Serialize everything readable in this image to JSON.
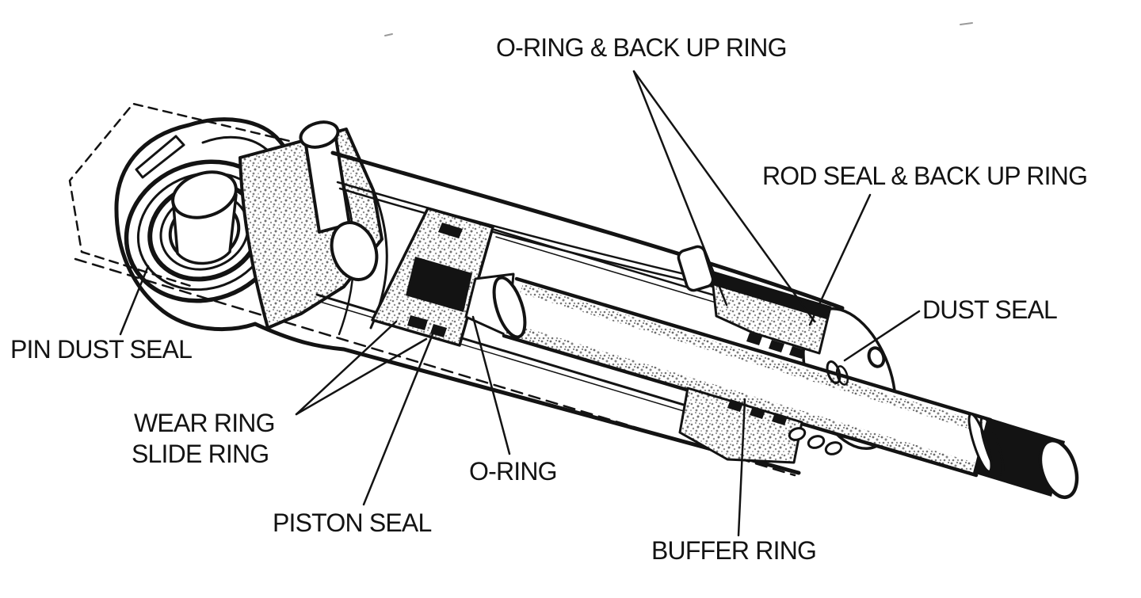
{
  "figure": {
    "labels": {
      "o_ring_backup": {
        "text": "O-RING & BACK UP RING"
      },
      "rod_seal_backup": {
        "text": "ROD SEAL & BACK UP RING"
      },
      "dust_seal": {
        "text": "DUST SEAL"
      },
      "pin_dust_seal": {
        "text": "PIN DUST SEAL"
      },
      "wear_ring": {
        "text": "WEAR RING"
      },
      "slide_ring": {
        "text": "SLIDE RING"
      },
      "o_ring": {
        "text": "O-RING"
      },
      "piston_seal": {
        "text": "PISTON SEAL"
      },
      "buffer_ring": {
        "text": "BUFFER RING"
      }
    },
    "colors": {
      "ink": "#131313",
      "paper": "#ffffff",
      "stipple_gray": "#808080"
    }
  }
}
